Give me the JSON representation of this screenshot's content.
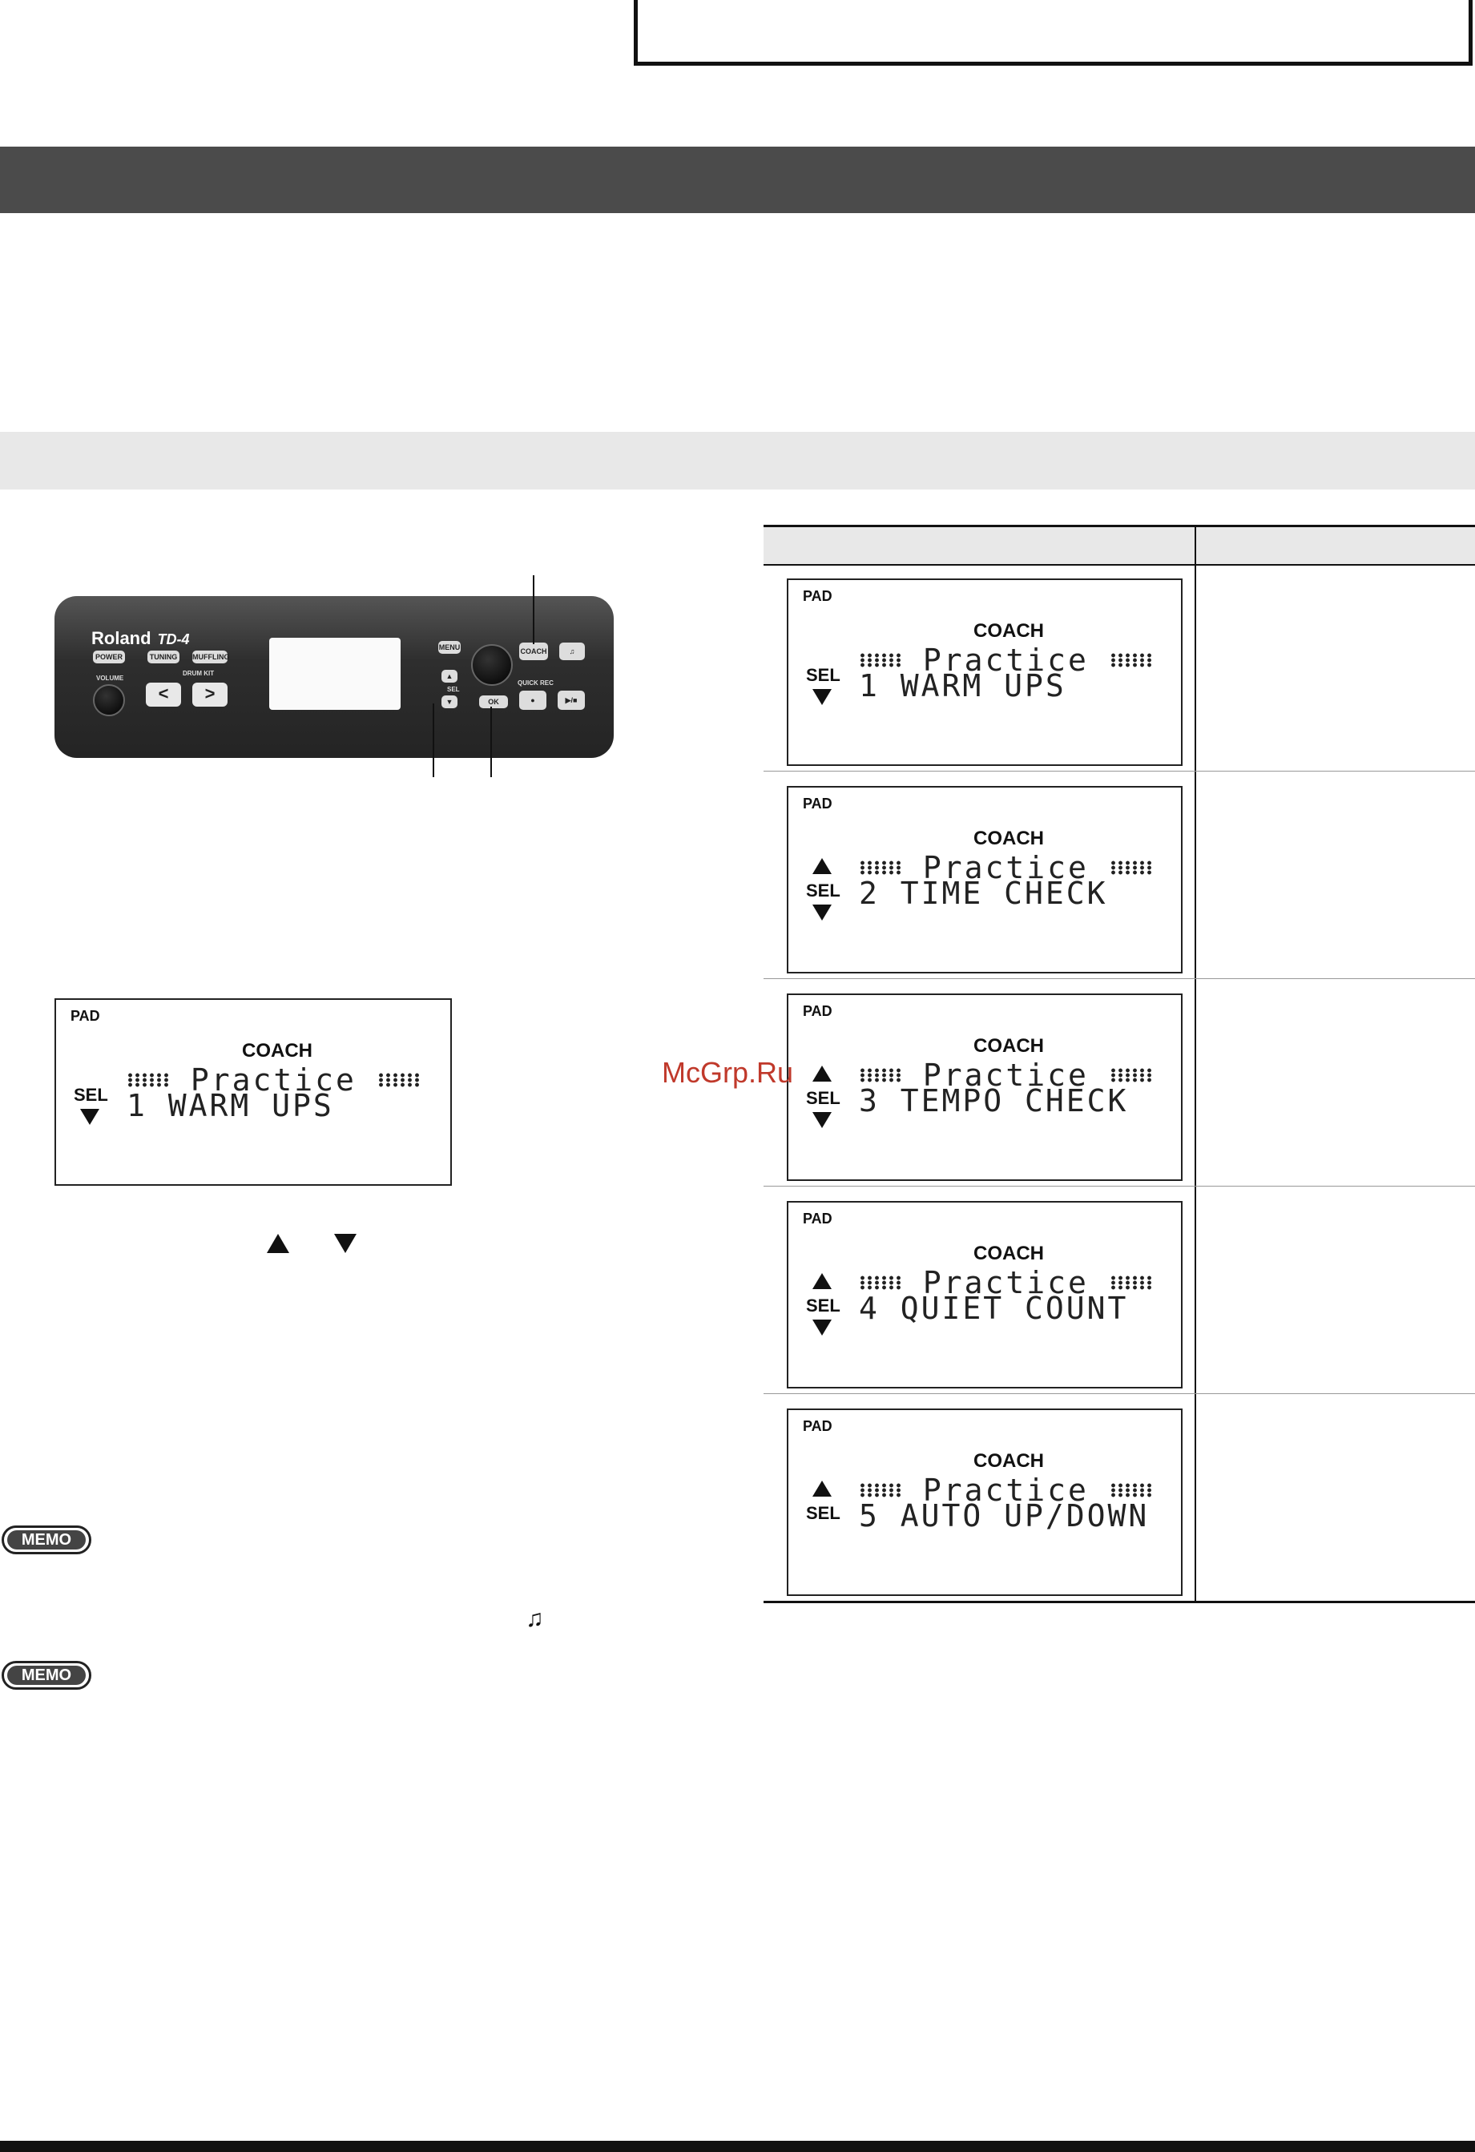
{
  "page": {
    "watermark": "McGrp.Ru"
  },
  "device": {
    "brand": "Roland",
    "model": "TD-4",
    "buttons": {
      "power": "POWER",
      "tuning": "TUNING",
      "muffling": "MUFFLING",
      "menu": "MENU",
      "coach": "COACH",
      "ok": "OK",
      "prev": "<",
      "next": ">"
    },
    "labels": {
      "volume": "VOLUME",
      "drum_kit": "DRUM KIT",
      "quick_rec": "QUICK REC",
      "sel": "SEL"
    }
  },
  "main_screen": {
    "pad": "PAD",
    "coach": "COACH",
    "sel": "SEL",
    "line1": "Practice",
    "line2": "1 WARM UPS"
  },
  "table": {
    "screens": [
      {
        "pad": "PAD",
        "coach": "COACH",
        "sel": "SEL",
        "line1": "Practice",
        "line2": "1 WARM UPS",
        "up": false,
        "down": true
      },
      {
        "pad": "PAD",
        "coach": "COACH",
        "sel": "SEL",
        "line1": "Practice",
        "line2": "2 TIME CHECK",
        "up": true,
        "down": true
      },
      {
        "pad": "PAD",
        "coach": "COACH",
        "sel": "SEL",
        "line1": "Practice",
        "line2": "3 TEMPO CHECK",
        "up": true,
        "down": true
      },
      {
        "pad": "PAD",
        "coach": "COACH",
        "sel": "SEL",
        "line1": "Practice",
        "line2": "4 QUIET COUNT",
        "up": true,
        "down": true
      },
      {
        "pad": "PAD",
        "coach": "COACH",
        "sel": "SEL",
        "line1": "Practice",
        "line2": "5 AUTO UP/DOWN",
        "up": true,
        "down": false
      }
    ]
  },
  "memo": {
    "label": "MEMO"
  }
}
